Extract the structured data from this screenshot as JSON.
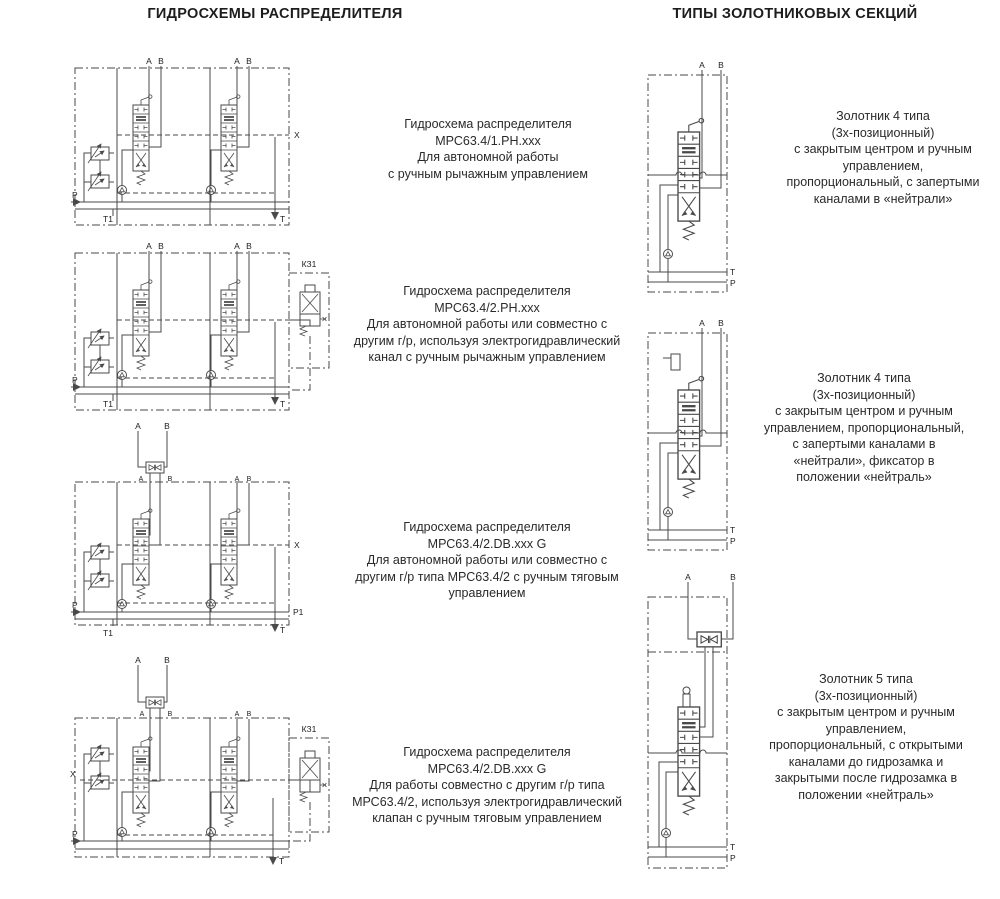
{
  "colors": {
    "line": "#4a4a4a",
    "text": "#2a2a2a"
  },
  "headers": {
    "left": "ГИДРОСХЕМЫ РАСПРЕДЕЛИТЕЛЯ",
    "right": "ТИПЫ ЗОЛОТНИКОВЫХ СЕКЦИЙ"
  },
  "ports": {
    "a": "A",
    "b": "B",
    "x": "X",
    "p": "P",
    "p1": "P1",
    "t": "T",
    "t1": "T1",
    "k31": "КЗ1"
  },
  "schematics": [
    {
      "description": "Гидросхема распределителя\nМРС63.4/1.РН.ххх\nДля автономной работы\nс ручным рычажным управлением"
    },
    {
      "description": "Гидросхема распределителя\nМРС63.4/2.РН.ххх\nДля автономной работы или совместно с\nдругим г/р, используя электрогидравлический\nканал с ручным рычажным управлением"
    },
    {
      "description": "Гидросхема распределителя\nМРС63.4/2.DB.ххх G\nДля автономной работы или совместно с\nдругим г/р типа МРС63.4/2 с ручным тяговым\nуправлением"
    },
    {
      "description": "Гидросхема распределителя\nМРС63.4/2.DB.ххх G\nДля работы совместно с другим г/р типа\nМРС63.4/2, используя электрогидравлический\nклапан с ручным тяговым управлением"
    }
  ],
  "spool_sections": [
    {
      "description": "Золотник 4 типа\n(3х-позиционный)\nс закрытым центром и ручным\nуправлением,\nпропорциональный, с запертыми\nканалами в «нейтрали»"
    },
    {
      "description": "Золотник 4 типа\n(3х-позиционный)\nс закрытым центром и ручным\nуправлением, пропорциональный,\nс запертыми каналами в\n«нейтрали», фиксатор в\nположении «нейтраль»"
    },
    {
      "description": "Золотник 5 типа\n(3х-позиционный)\nс закрытым центром и ручным\nуправлением,\nпропорциональный, с открытыми\nканалами до гидрозамка и\nзакрытыми после гидрозамка в\nположении «нейтраль»"
    }
  ]
}
